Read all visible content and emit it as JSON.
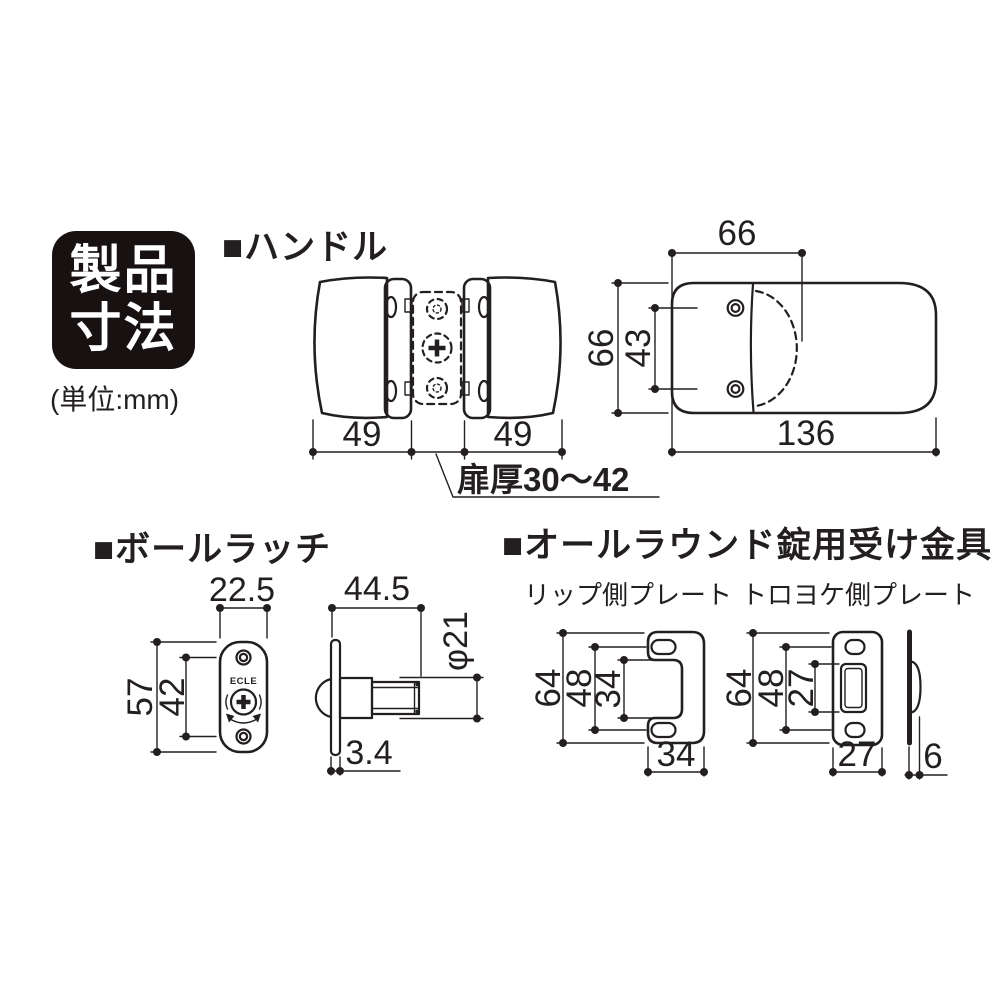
{
  "colors": {
    "ink": "#231f20",
    "background": "#ffffff",
    "badge_bg": "#171112",
    "badge_text": "#ffffff"
  },
  "badge": {
    "line1": "製品",
    "line2": "寸法"
  },
  "unit_note": "(単位:mm)",
  "handle": {
    "title": "■ハンドル",
    "side_view": {
      "left_width": "49",
      "right_width": "49",
      "door_thickness": "扉厚30～42"
    },
    "front_view": {
      "plate_width": "66",
      "height": "66",
      "screw_pitch": "43",
      "total_length": "136"
    }
  },
  "ball_latch": {
    "title": "■ボールラッチ",
    "front_view": {
      "plate_width": "22.5",
      "plate_height": "57",
      "screw_pitch": "42",
      "brand_mark": "ECLE"
    },
    "side_view": {
      "body_depth": "44.5",
      "barrel_diameter": "φ21",
      "plate_thickness": "3.4"
    }
  },
  "strike_fittings": {
    "title": "■オールラウンド錠用受け金具",
    "lip_plate": {
      "label": "リップ側プレート",
      "height": "64",
      "screw_pitch": "48",
      "notch_height": "34",
      "width": "34"
    },
    "trough_plate": {
      "label": "トロヨケ側プレート",
      "height": "64",
      "screw_pitch": "48",
      "slot_height": "27",
      "width": "27",
      "thickness": "6"
    }
  }
}
